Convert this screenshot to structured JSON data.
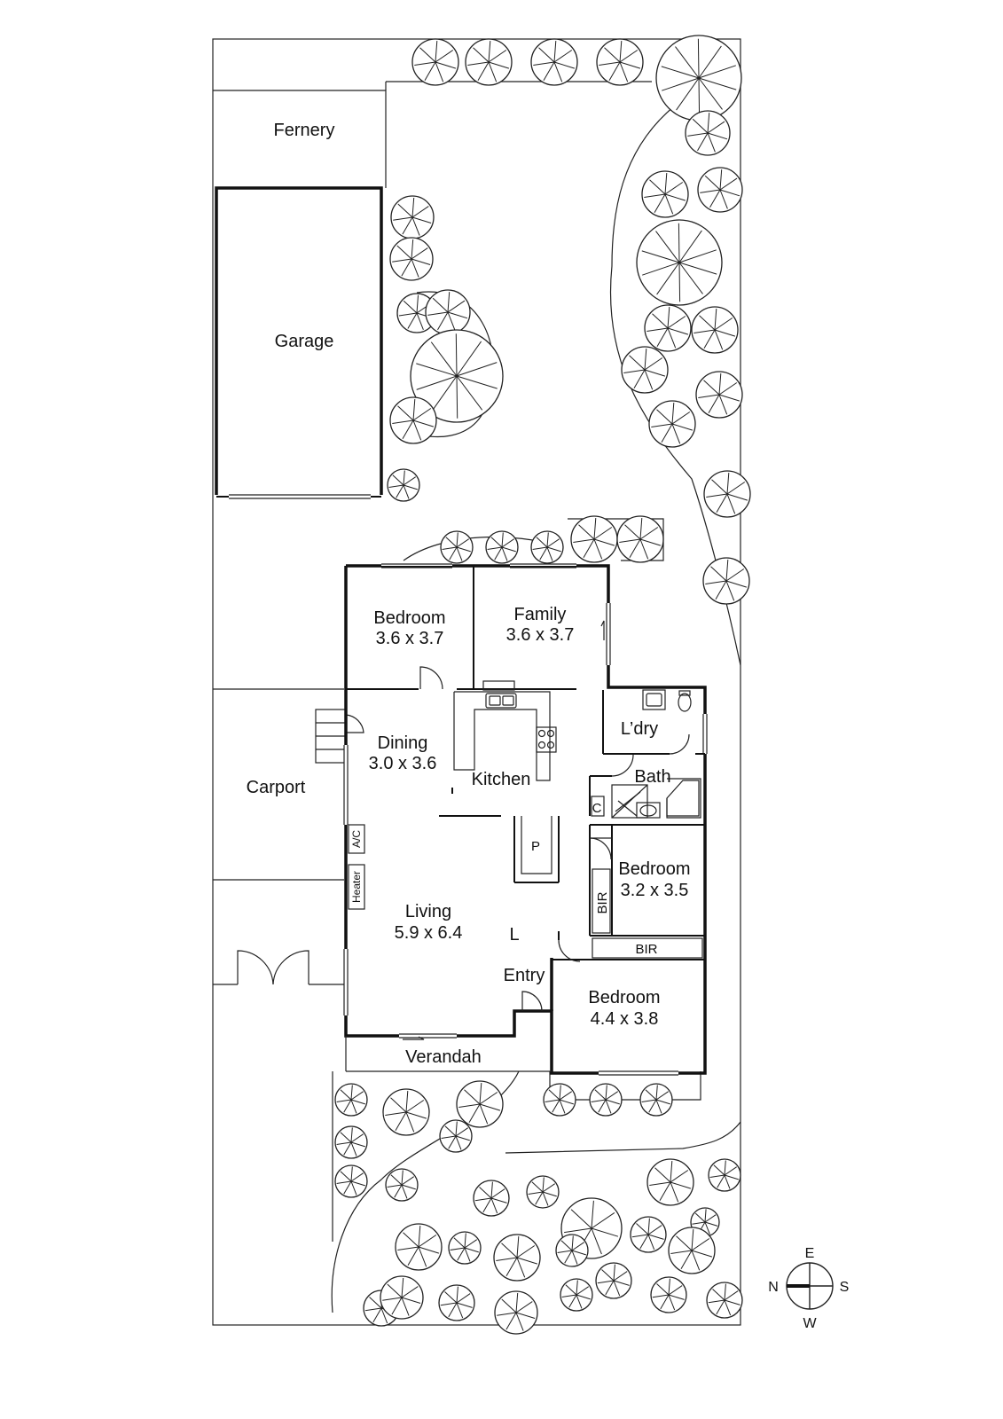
{
  "rooms": {
    "fernery": "Fernery",
    "garage": "Garage",
    "bedroom1": {
      "name": "Bedroom",
      "size": "3.6 x 3.7"
    },
    "family": {
      "name": "Family",
      "size": "3.6 x 3.7"
    },
    "dining": {
      "name": "Dining",
      "size": "3.0 x 3.6"
    },
    "kitchen": "Kitchen",
    "laundry": "L’dry",
    "bath": "Bath",
    "carport": "Carport",
    "bedroom2": {
      "name": "Bedroom",
      "size": "3.2 x 3.5"
    },
    "living": {
      "name": "Living",
      "size": "5.9 x 6.4"
    },
    "entry": "Entry",
    "bedroom3": {
      "name": "Bedroom",
      "size": "4.4 x 3.8"
    },
    "verandah": "Verandah"
  },
  "fixtures": {
    "ac": "A/C",
    "heater": "Heater",
    "pantry": "P",
    "bir_vertical": "BIR",
    "bir_horizontal": "BIR",
    "cupboard": "C",
    "linen": "L"
  },
  "compass": {
    "north": "N",
    "east": "E",
    "south": "S",
    "west": "W"
  }
}
